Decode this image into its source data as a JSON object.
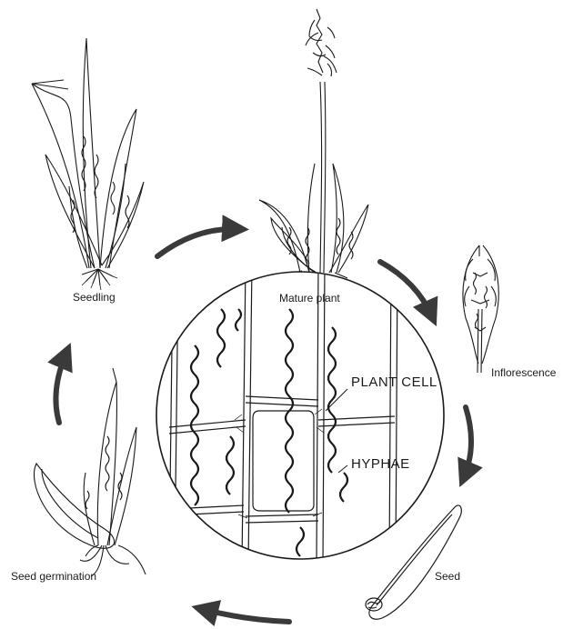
{
  "diagram": {
    "stages": {
      "seedling": "Seedling",
      "mature_plant": "Mature plant",
      "inflorescence": "Inflorescence",
      "seed": "Seed",
      "seed_germination": "Seed germination"
    },
    "inset": {
      "plant_cell": "PLANT CELL",
      "hyphae": "HYPHAE"
    },
    "colors": {
      "ink": "#1a1a1a",
      "arrow": "#3a3a3a",
      "paper": "#ffffff"
    }
  }
}
